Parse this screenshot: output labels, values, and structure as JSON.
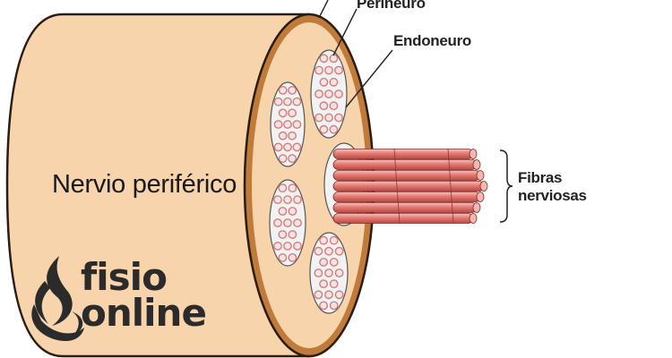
{
  "labels": {
    "nerve": "Nervio periférico",
    "perineuro": "Perineuro",
    "endoneuro": "Endoneuro",
    "fibras_line1": "Fibras",
    "fibras_line2": "nerviosas"
  },
  "logo": {
    "line1": "fisio",
    "line2": "online"
  },
  "colors": {
    "nerve_fill": "#f7d4ac",
    "nerve_outline": "#2a1c12",
    "epineuro_ring": "#c07a3a",
    "fascicle_fill": "#f2f2f2",
    "fiber_dot": "#e8a0a0",
    "fiber_red": "#e06f6a",
    "logo": "#2b2b2b"
  }
}
